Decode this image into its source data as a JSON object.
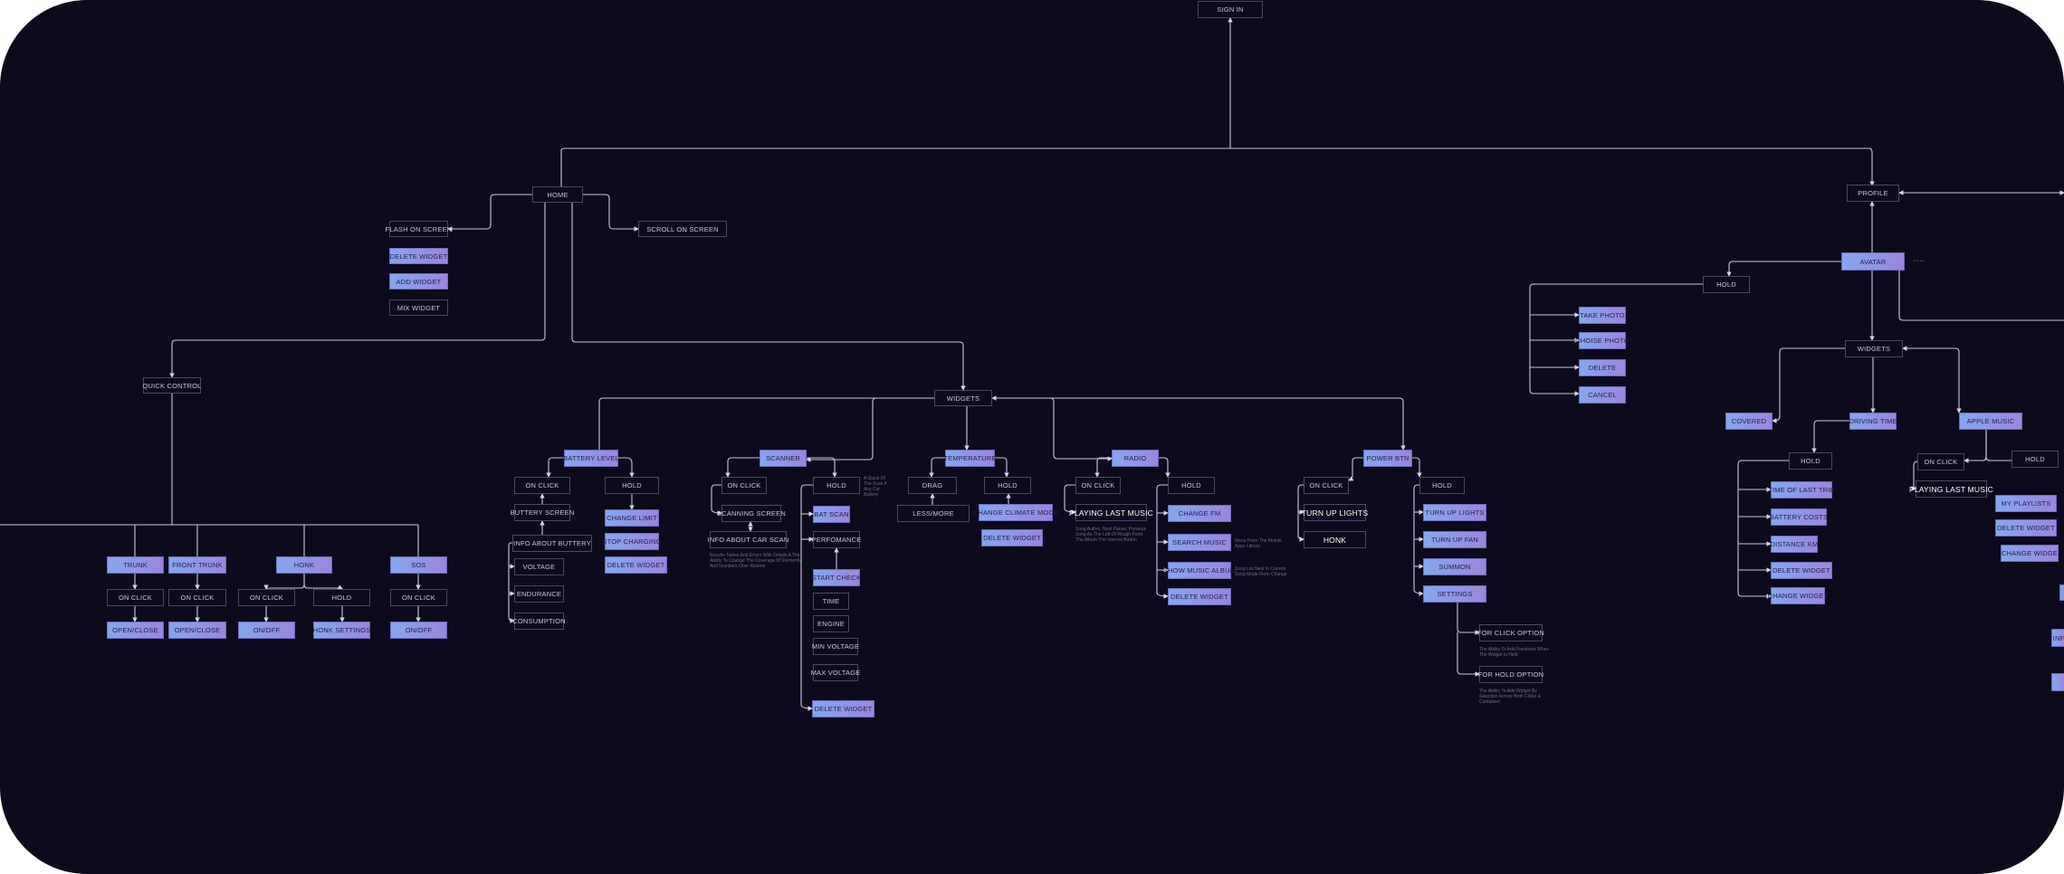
{
  "nodes": {
    "sign_in": "SIGN IN",
    "home": "HOME",
    "profile": "PROFILE",
    "flash_on_screen": "FLASH ON SCREEN",
    "delete_widget": "DELETE WIDGET",
    "add_widget": "ADD WIDGET",
    "mix_widget": "MIX WIDGET",
    "scroll_on_screen": "SCROLL ON SCREEN",
    "quick_control": "QUICK CONTROL",
    "widgets": "WIDGETS",
    "trunk": "TRUNK",
    "front_trunk": "FRONT TRUNK",
    "honk": "HONK",
    "sos": "SOS",
    "on_click": "ON CLICK",
    "hold": "HOLD",
    "open_close": "OPEN/CLOSE",
    "on_off": "ON/OFF",
    "honk_settings": "HONK SETTINGS",
    "battery_level": "BATTERY LEVEL",
    "buttery_screen": "BUTTERY SCREEN",
    "info_about_buttery": "INFO ABOUT BUTTERY",
    "voltage": "VOLTAGE",
    "endurance": "ENDURANCE",
    "consumption": "CONSUMPTION",
    "change_limit": "CHANGE LIMIT",
    "stop_charging": "STOP CHARGING",
    "scanner": "SCANNER",
    "scanning_screen": "SCANNING SCREEN",
    "info_about_car_scan": "INFO ABOUT CAR SCAN",
    "bat_scan": "BAT SCAN",
    "perfomance": "PERFOMANCE",
    "start_check": "START CHECK",
    "time": "TIME",
    "engine": "ENGINE",
    "min_voltage": "MIN VOLTAGE",
    "max_voltage": "MAX VOLTAGE",
    "temperature": "TEMPERATURE",
    "drag": "DRAG",
    "less_more": "LESS/MORE",
    "change_climate_mode": "CHANGE CLIMATE MODE",
    "radio": "RADIO",
    "playing_last_music": "PLAYING LAST MUSIC",
    "change_fm": "CHANGE FM",
    "search_music": "SEARCH MUSIC",
    "show_music_album": "SHOW MUSIC ALBUM",
    "power_btn": "POWER BTN",
    "turn_up_lights": "TURN UP LIGHTS",
    "turn_up_fan": "TURN UP FAN",
    "summon": "SUMMON",
    "settings": "SETTINGS",
    "for_click_option": "FOR CLICK OPTION",
    "for_hold_option": "FOR HOLD OPTION",
    "avatar": "AVATAR",
    "take_photo": "TAKE PHOTO",
    "choise_photo": "CHOISE PHOTO",
    "delete": "DELETE",
    "cancel": "CANCEL",
    "covered": "COVERED",
    "driving_time": "DRIVING TIME",
    "apple_music": "APPLE MUSIC",
    "time_of_last_trip": "TIME OF LAST TRIP",
    "battery_costs": "BATTERY COSTS",
    "distance_km": "DISTANCE KM",
    "change_widget": "CHANGE WIDGET",
    "my_playlists": "MY PLAYLISTS",
    "change_widge_cut": "CHANGE WIDGE",
    "inf_cut": "INF"
  },
  "notes": {
    "scanner_hold": "A Quick Of The Scan If Any Car Buttery",
    "car_scan": "Results Tables And Errors With Details A The Ability To Change The Coverage Of Elements And Numbers Oner Resime",
    "radio_music": "Song Author, Next Pause, Previous Song As The Left Of Rough From The Album The Interest Button",
    "search_music": "Menu From The Mobile Apps Library",
    "show_album": "Song List Next In Current Song Mode From Change",
    "for_click": "The Ability To Add Functions When The Widget Is Held",
    "for_hold": "The Ability To Add Widget By Selection Across Both Clicks & Contained",
    "avatar_dots": "• • • •"
  }
}
